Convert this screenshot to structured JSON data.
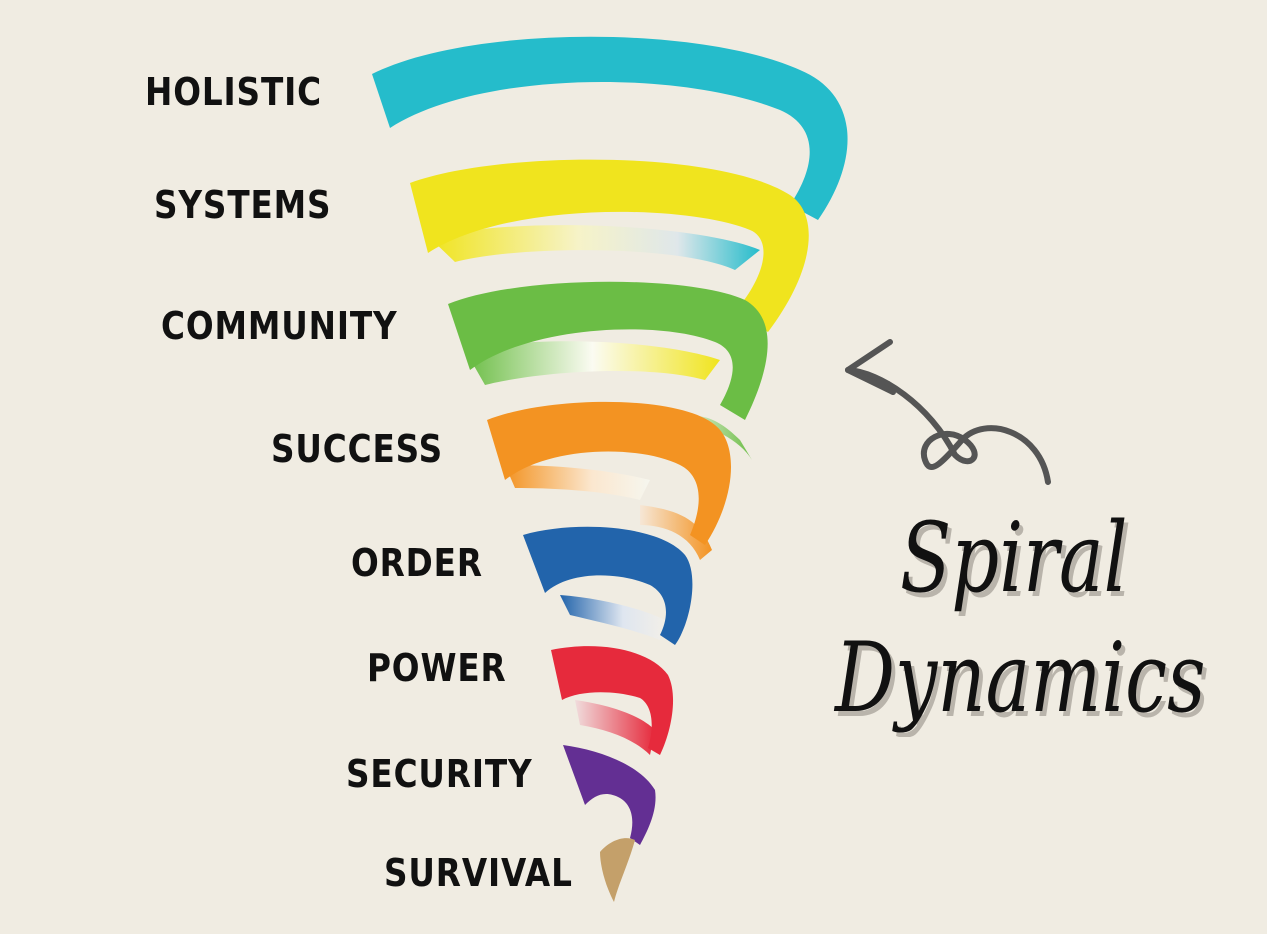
{
  "levels": [
    {
      "label": "HOLISTIC",
      "color": "#25bccb"
    },
    {
      "label": "SYSTEMS",
      "color": "#f0e41e"
    },
    {
      "label": "COMMUNITY",
      "color": "#6bbd45"
    },
    {
      "label": "SUCCESS",
      "color": "#f39322"
    },
    {
      "label": "ORDER",
      "color": "#2264ab"
    },
    {
      "label": "POWER",
      "color": "#e62a3c"
    },
    {
      "label": "SECURITY",
      "color": "#632f93"
    },
    {
      "label": "SURVIVAL",
      "color": "#c4a06a"
    }
  ],
  "title": {
    "line1": "Spiral",
    "line2": "Dynamics"
  },
  "arrow": {
    "icon": "curved-arrow-icon",
    "color": "#555555"
  }
}
